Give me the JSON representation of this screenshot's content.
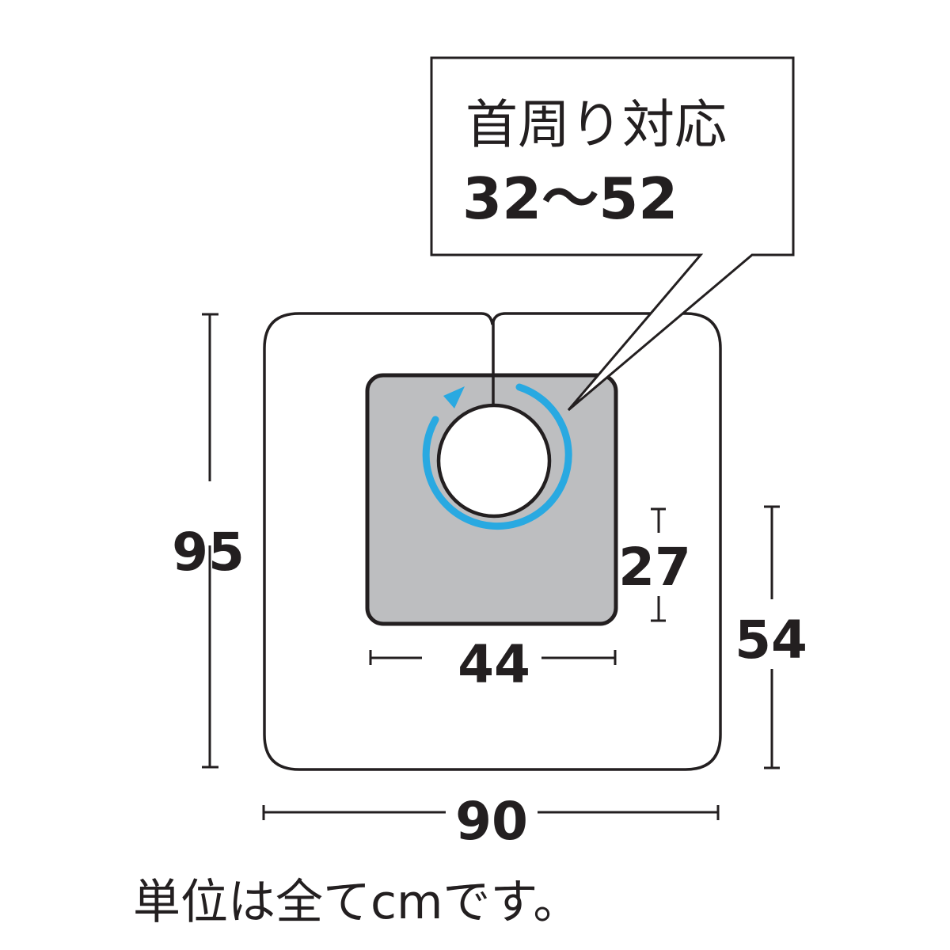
{
  "callout": {
    "title": "首周り対応",
    "range": "32〜52"
  },
  "dimensions": {
    "overall_height": "95",
    "overall_width": "90",
    "inner_width": "44",
    "inner_height": "27",
    "lower_height": "54"
  },
  "footer": {
    "units_note": "単位は全てcmです。"
  },
  "colors": {
    "stroke": "#231f20",
    "inner_panel_fill": "#bdbec0",
    "arrow_blue": "#29a9e1",
    "background": "#ffffff"
  },
  "icons": {
    "adjust_arrow": "circular-arrow-icon"
  }
}
